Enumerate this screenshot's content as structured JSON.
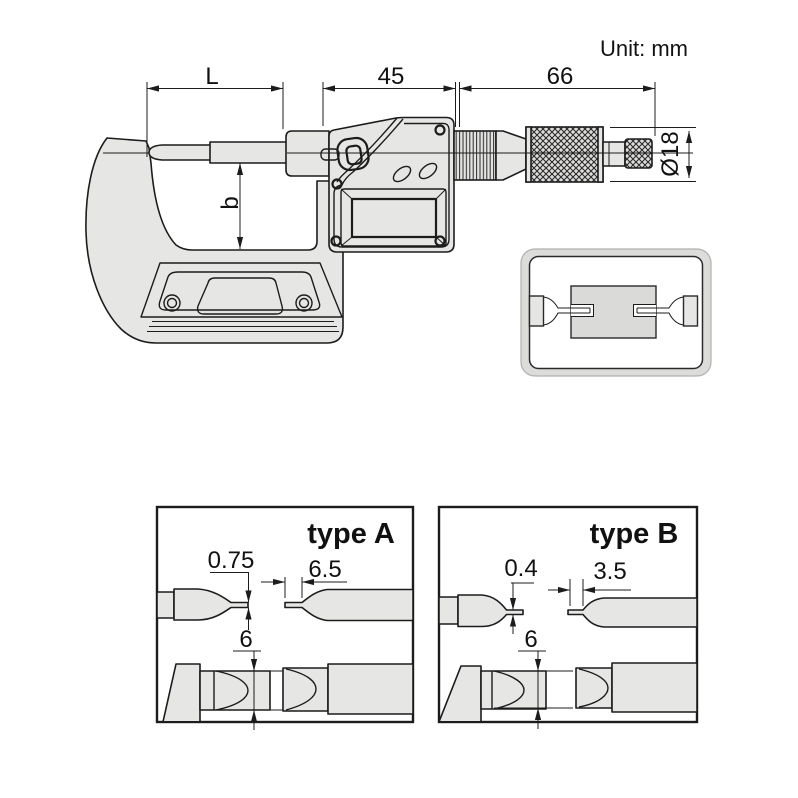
{
  "title": {
    "unit_label": "Unit: mm"
  },
  "colors": {
    "line": "#1c1c1c",
    "metal_fill": "#e6e6e4",
    "knurl_fill": "#dedddb",
    "inset_band": "#dcdcda",
    "workpiece_fill": "#dadad8",
    "background": "#ffffff"
  },
  "main_drawing": {
    "dims": {
      "L": "L",
      "body": "45",
      "thimble": "66",
      "b": "b",
      "dia": "Ø18"
    }
  },
  "panels": [
    {
      "title": "type A",
      "blade_thickness": "0.75",
      "blade_length": "6.5",
      "blade_width": "6"
    },
    {
      "title": "type B",
      "blade_thickness": "0.4",
      "blade_length": "3.5",
      "blade_width": "6"
    }
  ]
}
